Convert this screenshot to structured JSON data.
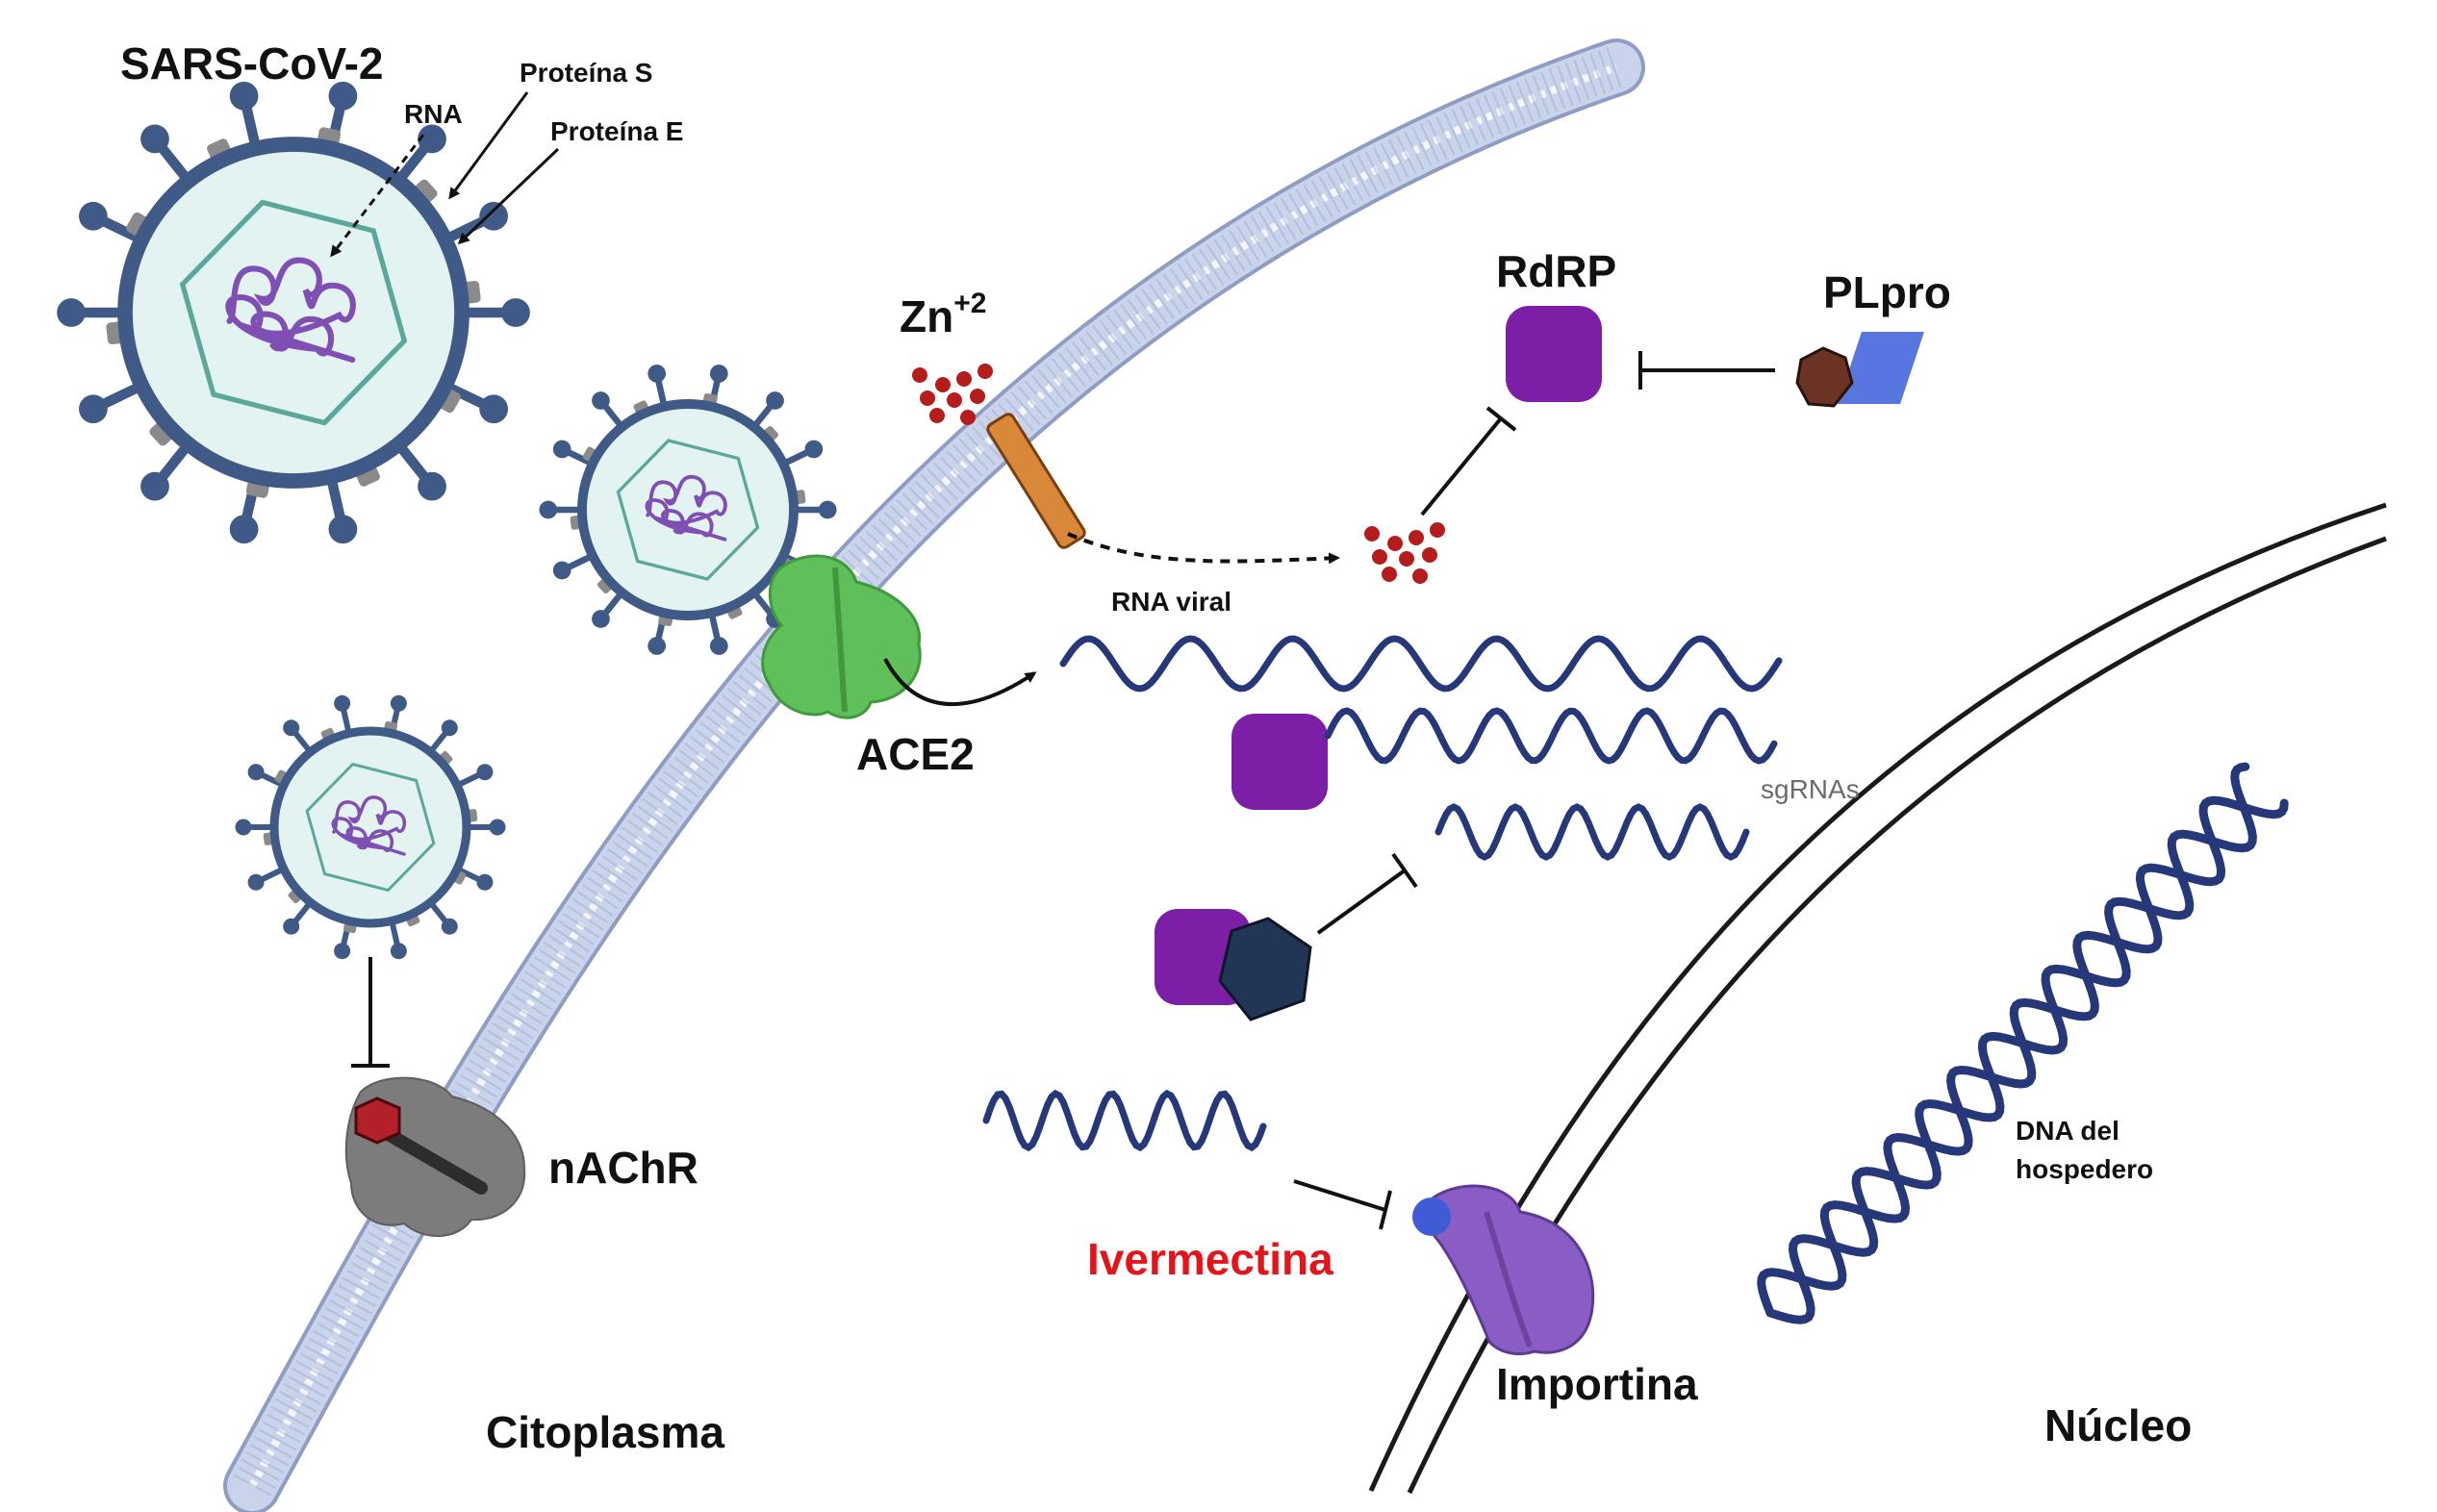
{
  "labels": {
    "sars_cov2": "SARS-CoV-2",
    "rna": "RNA",
    "proteina_s": "Proteína S",
    "proteina_e": "Proteína E",
    "zn": "Zn",
    "zn_sup": "+2",
    "rdrp": "RdRP",
    "plpro": "PLpro",
    "rna_viral": "RNA viral",
    "ace2": "ACE2",
    "sgrnas": "sgRNAs",
    "nachr": "nAChR",
    "ivermectina": "Ivermectina",
    "importina": "Importina",
    "dna_line1": "DNA del",
    "dna_line2": "hospedero",
    "citoplasma": "Citoplasma",
    "nucleo": "Núcleo"
  },
  "colors": {
    "membrane": "#c9d3ea",
    "membrane_edge": "#8f9cc4",
    "virus_ring": "#3f5a86",
    "virus_fill": "#e3f3f1",
    "virus_capsid": "#5aa89c",
    "virus_rna": "#7f4fb4",
    "spike": "#3f5a86",
    "protein_e": "#8a8a8a",
    "ace2": "#5fbf5a",
    "channel": "#d9883a",
    "zinc": "#b51d1d",
    "rdrp": "#7d1fa6",
    "plpro_hex": "#6b3324",
    "plpro_blue": "#5876e0",
    "wave": "#27387a",
    "pentagon": "#213654",
    "nachr": "#7c7c7c",
    "nachr_drug": "#b3202a",
    "importin": "#8a5dc4",
    "importin_dot": "#3f5bd6",
    "ivermectina": "#e5141b"
  }
}
